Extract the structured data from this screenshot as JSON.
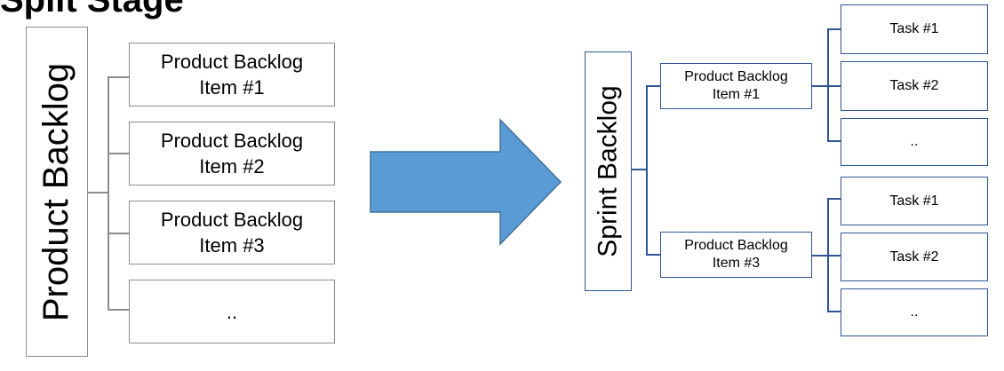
{
  "header_fragment": "Split Stage",
  "product_backlog": {
    "title": "Product Backlog",
    "items": [
      "Product Backlog\nItem #1",
      "Product Backlog\nItem #2",
      "Product Backlog\nItem #3",
      ".."
    ]
  },
  "sprint_backlog": {
    "title": "Sprint Backlog",
    "items": [
      {
        "label": "Product Backlog\nItem #1",
        "tasks": [
          "Task #1",
          "Task #2",
          ".."
        ]
      },
      {
        "label": "Product Backlog\nItem #3",
        "tasks": [
          "Task #1",
          "Task #2",
          ".."
        ]
      }
    ]
  },
  "colors": {
    "arrow": "#5b9bd5",
    "arrow_border": "#41719c",
    "gray_border": "#8c8c8c",
    "blue_border": "#2f5597"
  },
  "icons": {
    "transition": "right-arrow-icon"
  }
}
